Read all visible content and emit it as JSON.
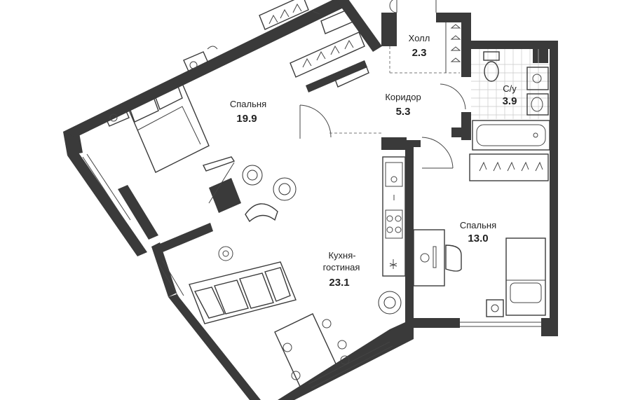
{
  "rooms": [
    {
      "id": "bedroom-1",
      "name": "Спальня",
      "area": "19.9"
    },
    {
      "id": "hall",
      "name": "Холл",
      "area": "2.3"
    },
    {
      "id": "corridor",
      "name": "Коридор",
      "area": "5.3"
    },
    {
      "id": "bathroom",
      "name": "С/у",
      "area": "3.9"
    },
    {
      "id": "kitchen-living",
      "name_line1": "Кухня-",
      "name_line2": "гостиная",
      "area": "23.1"
    },
    {
      "id": "bedroom-2",
      "name": "Спальня",
      "area": "13.0"
    }
  ],
  "colors": {
    "wall": "#3a3a3a",
    "line": "#444444",
    "background": "#ffffff"
  }
}
